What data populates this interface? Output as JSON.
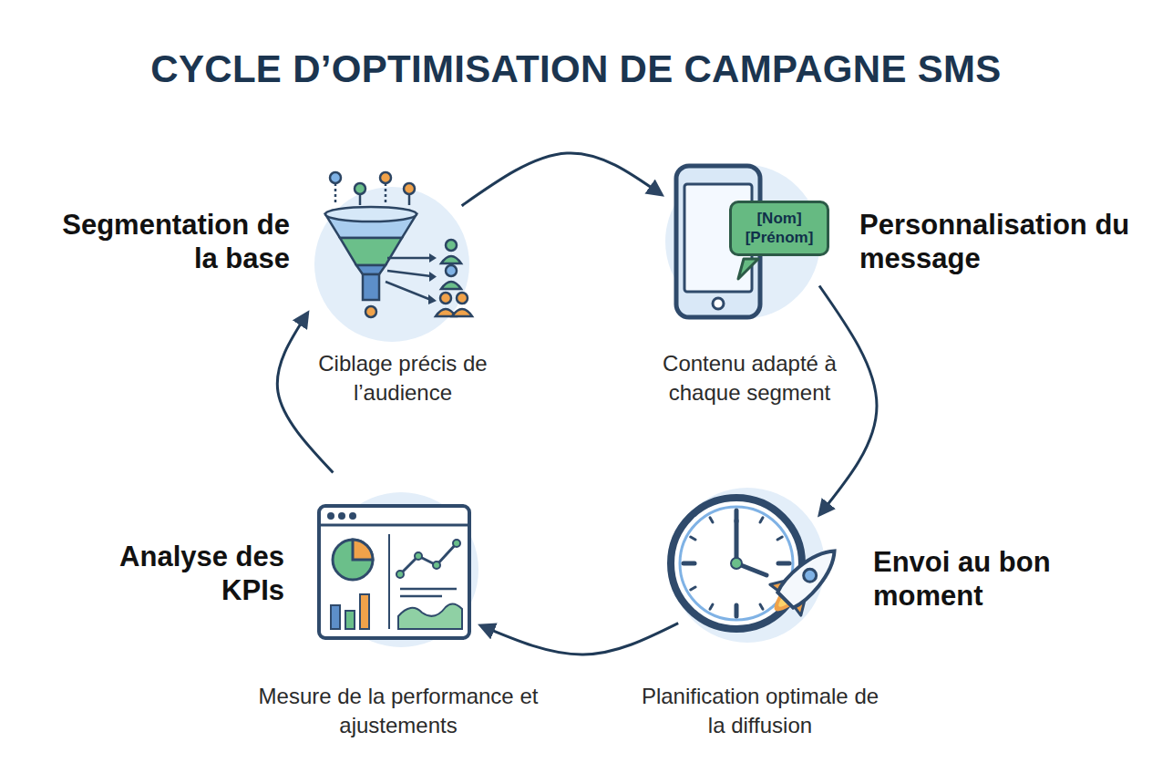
{
  "diagram": {
    "title": "CYCLE D’OPTIMISATION DE CAMPAGNE SMS",
    "nodes": [
      {
        "text": [
          "Segmentation de la base",
          "Ciblage précis de l’audience"
        ]
      },
      {
        "text": [
          "Personnalisation du message",
          "Contenu adapté à chaque segment"
        ]
      },
      {
        "text": [
          "[Nom] [Prénom]"
        ],
        "in": 1
      },
      {
        "text": [
          "Envoi au bon moment",
          "Planification optimale de la diffusion"
        ]
      },
      {
        "text": [
          "Analyse des KPIs",
          "Mesure de la performance et ajustements"
        ]
      }
    ],
    "edges": [
      {
        "from": 0,
        "to": 1,
        "arrow": "to"
      },
      {
        "from": 1,
        "to": 3,
        "arrow": "to"
      },
      {
        "from": 3,
        "to": 4,
        "arrow": "to"
      },
      {
        "from": 4,
        "to": 0,
        "arrow": "to"
      }
    ]
  }
}
